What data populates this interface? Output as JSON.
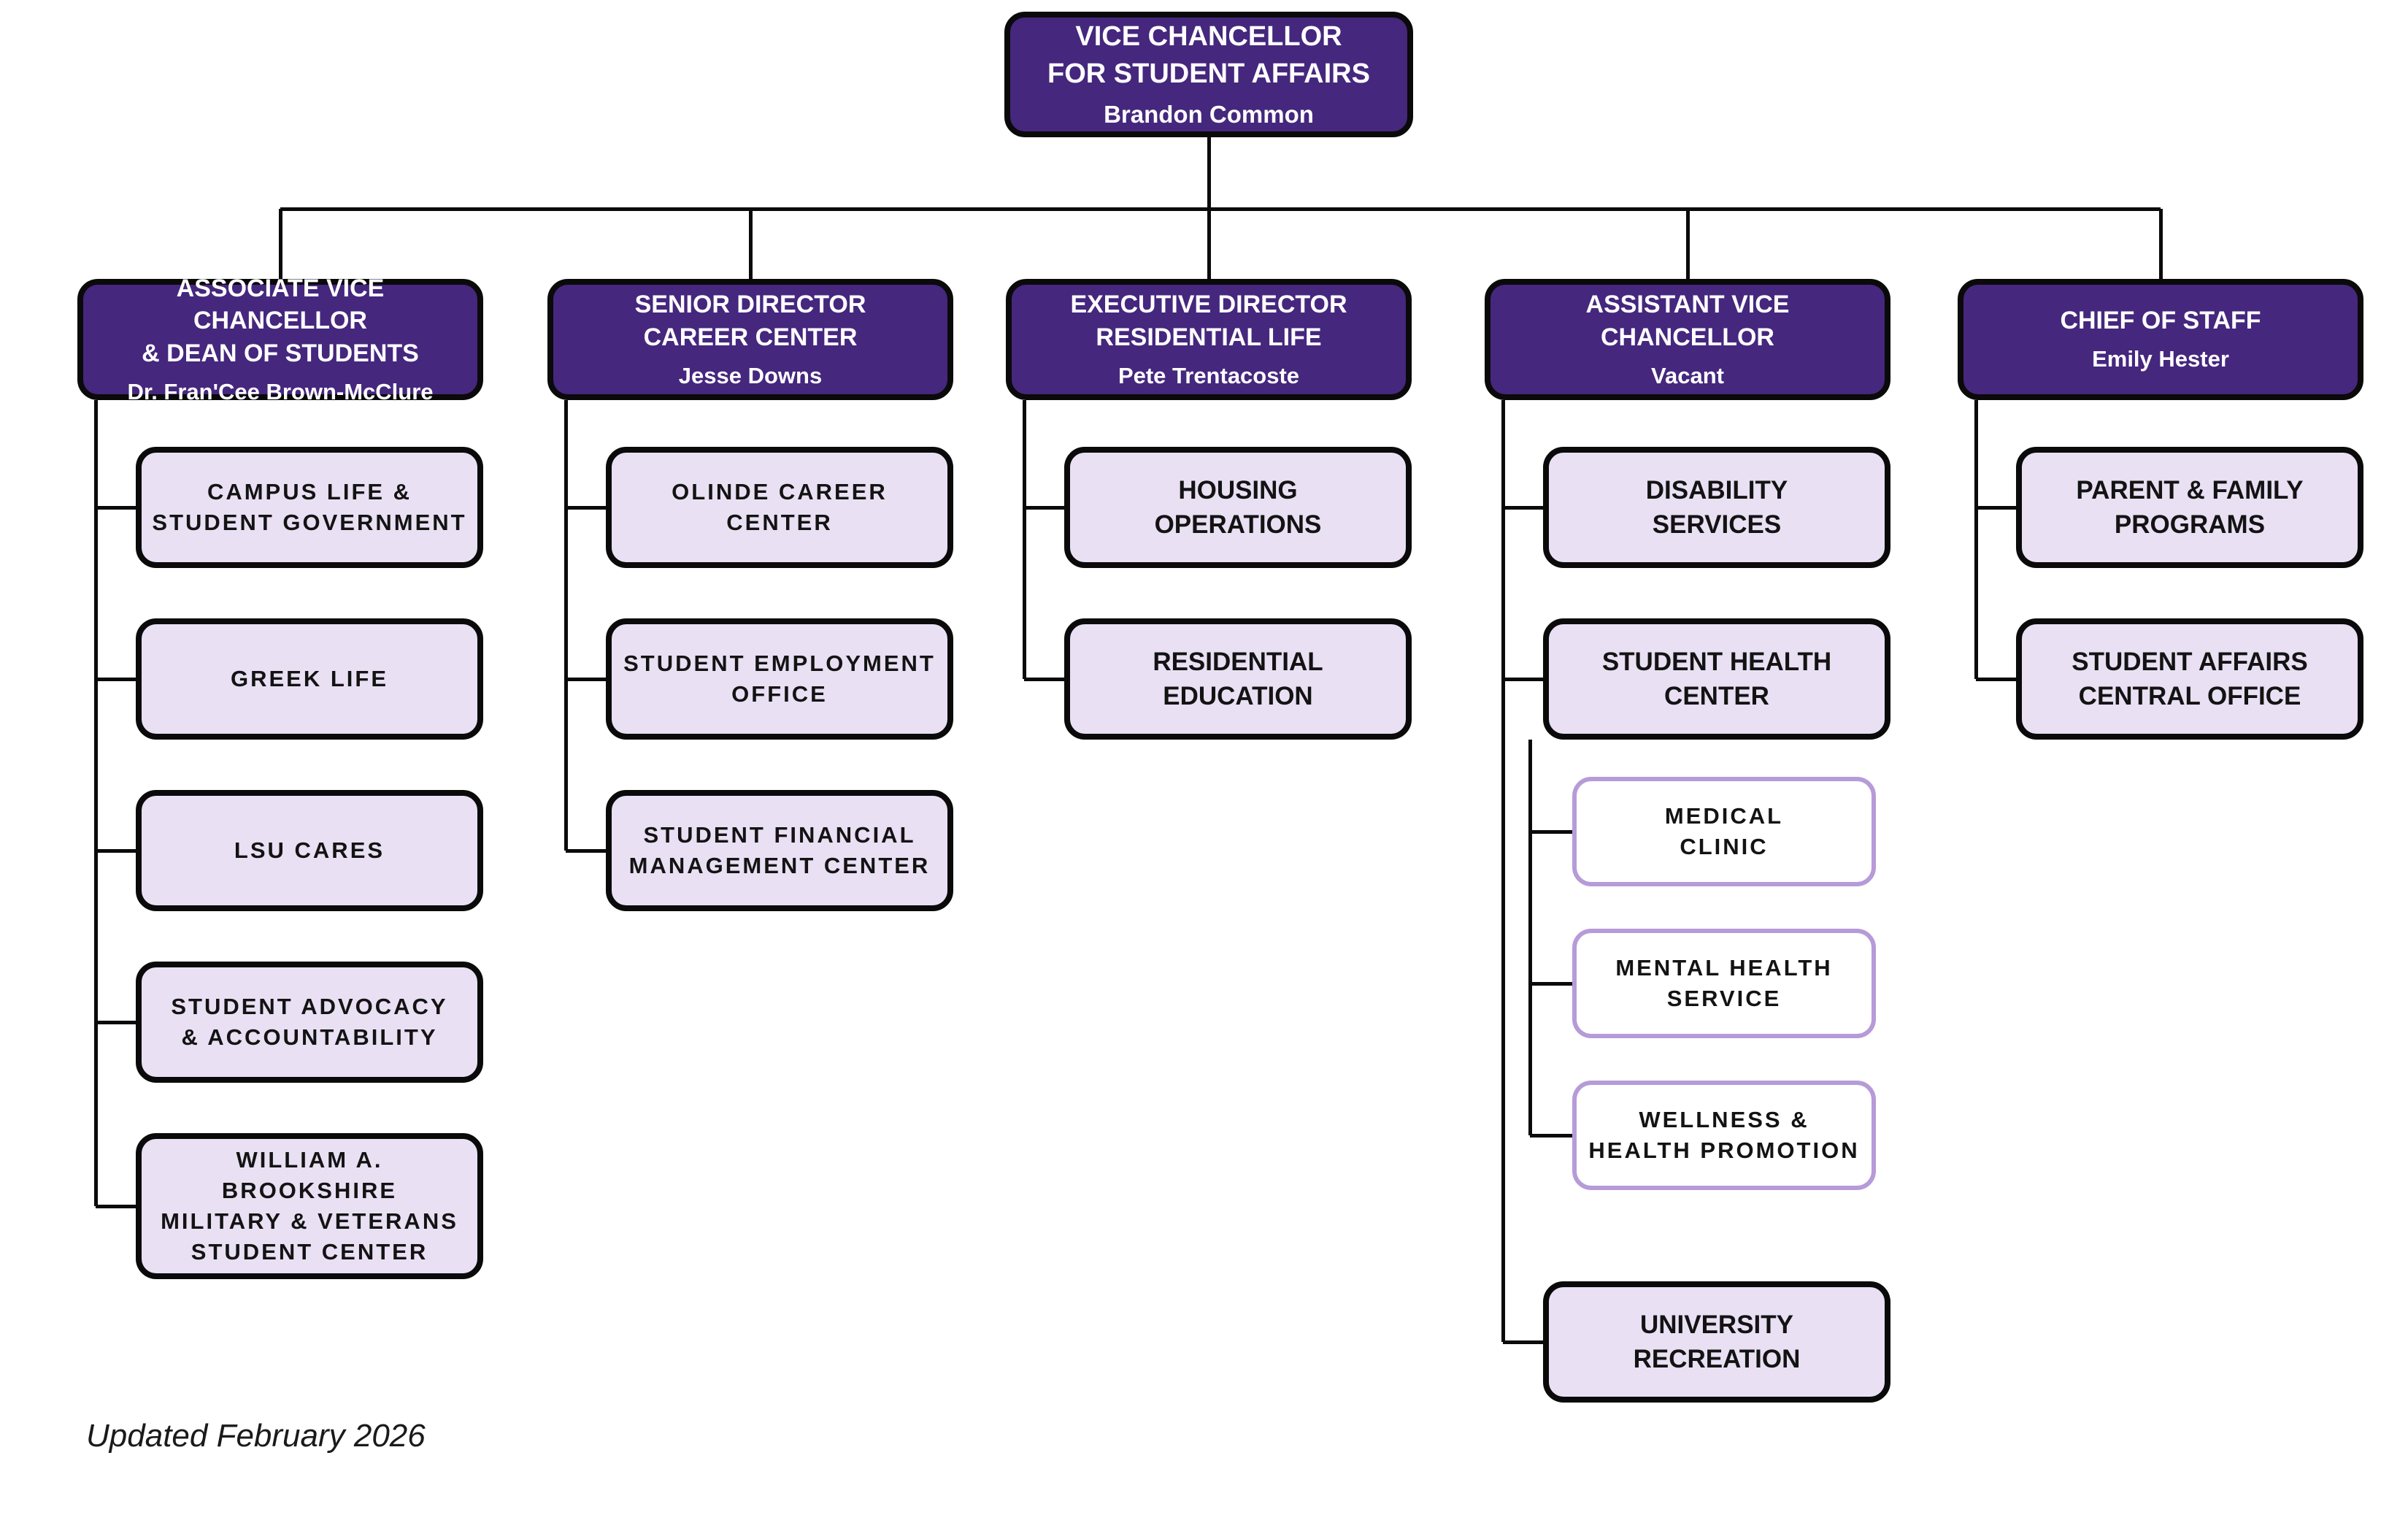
{
  "page": {
    "footer_note": "Updated February 2026"
  },
  "colors": {
    "dark_purple": "#45277e",
    "light_purple_fill": "#e9e0f4",
    "outline_purple": "#b69bd8",
    "line_black": "#0a0a0a",
    "text_dark": "#131313"
  },
  "org": {
    "root": {
      "title": "VICE CHANCELLOR\nFOR STUDENT AFFAIRS",
      "person": "Brandon Common"
    },
    "columns": [
      {
        "head": {
          "title": "ASSOCIATE VICE CHANCELLOR\n& DEAN OF STUDENTS",
          "person": "Dr. Fran'Cee Brown-McClure"
        },
        "children": [
          {
            "label": "CAMPUS LIFE &\nSTUDENT GOVERNMENT"
          },
          {
            "label": "GREEK LIFE"
          },
          {
            "label": "LSU CARES"
          },
          {
            "label": "STUDENT ADVOCACY\n& ACCOUNTABILITY"
          },
          {
            "label": "WILLIAM A. BROOKSHIRE\nMILITARY & VETERANS\nSTUDENT CENTER"
          }
        ]
      },
      {
        "head": {
          "title": "SENIOR DIRECTOR\nCAREER CENTER",
          "person": "Jesse Downs"
        },
        "children": [
          {
            "label": "OLINDE CAREER\nCENTER"
          },
          {
            "label": "STUDENT EMPLOYMENT\nOFFICE"
          },
          {
            "label": "STUDENT FINANCIAL\nMANAGEMENT CENTER"
          }
        ]
      },
      {
        "head": {
          "title": "EXECUTIVE DIRECTOR\nRESIDENTIAL LIFE",
          "person": "Pete Trentacoste"
        },
        "children": [
          {
            "label": "HOUSING\nOPERATIONS"
          },
          {
            "label": "RESIDENTIAL\nEDUCATION"
          }
        ]
      },
      {
        "head": {
          "title": "ASSISTANT VICE CHANCELLOR",
          "person": "Vacant"
        },
        "children": [
          {
            "label": "DISABILITY\nSERVICES"
          },
          {
            "label": "STUDENT HEALTH\nCENTER",
            "children": [
              {
                "label": "MEDICAL\nCLINIC"
              },
              {
                "label": "MENTAL HEALTH\nSERVICE"
              },
              {
                "label": "WELLNESS &\nHEALTH PROMOTION"
              }
            ]
          },
          {
            "label": "UNIVERSITY\nRECREATION"
          }
        ]
      },
      {
        "head": {
          "title": "CHIEF OF STAFF",
          "person": "Emily Hester"
        },
        "children": [
          {
            "label": "PARENT & FAMILY\nPROGRAMS"
          },
          {
            "label": "STUDENT AFFAIRS\nCENTRAL OFFICE"
          }
        ]
      }
    ]
  }
}
